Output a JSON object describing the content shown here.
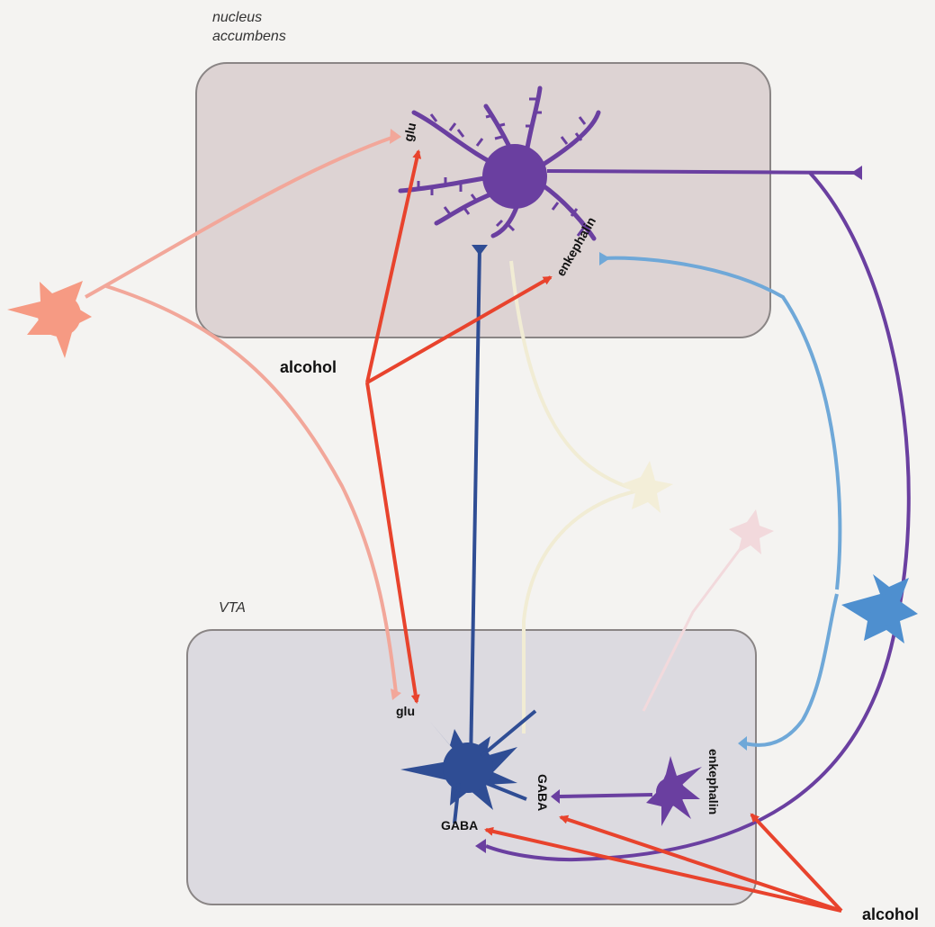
{
  "regions": {
    "nucleus_accumbens": {
      "line1": "nucleus",
      "line2": "accumbens"
    },
    "vta": "VTA"
  },
  "labels": {
    "glu_top": "glu",
    "enkephalin_top": "enkephalin",
    "glu_bottom": "glu",
    "gaba_left": "GABA",
    "gaba_right": "GABA",
    "enkephalin_bottom": "enkephalin"
  },
  "drug": {
    "alcohol_top": "alcohol",
    "alcohol_bottom": "alcohol"
  },
  "colors": {
    "alcohol_arrow": "#e8432d",
    "glutamate": "#f2a79a",
    "accumbens_neuron": "#6a3fa0",
    "vta_dopamine": "#2f4d94",
    "enkephalin_neuron": "#6fa8d8",
    "dopamine_faint": "#f1ecd4",
    "faint_pink": "#f2d9dc",
    "accumbens_box": "#ddd3d3",
    "vta_box": "#dcdae0"
  }
}
